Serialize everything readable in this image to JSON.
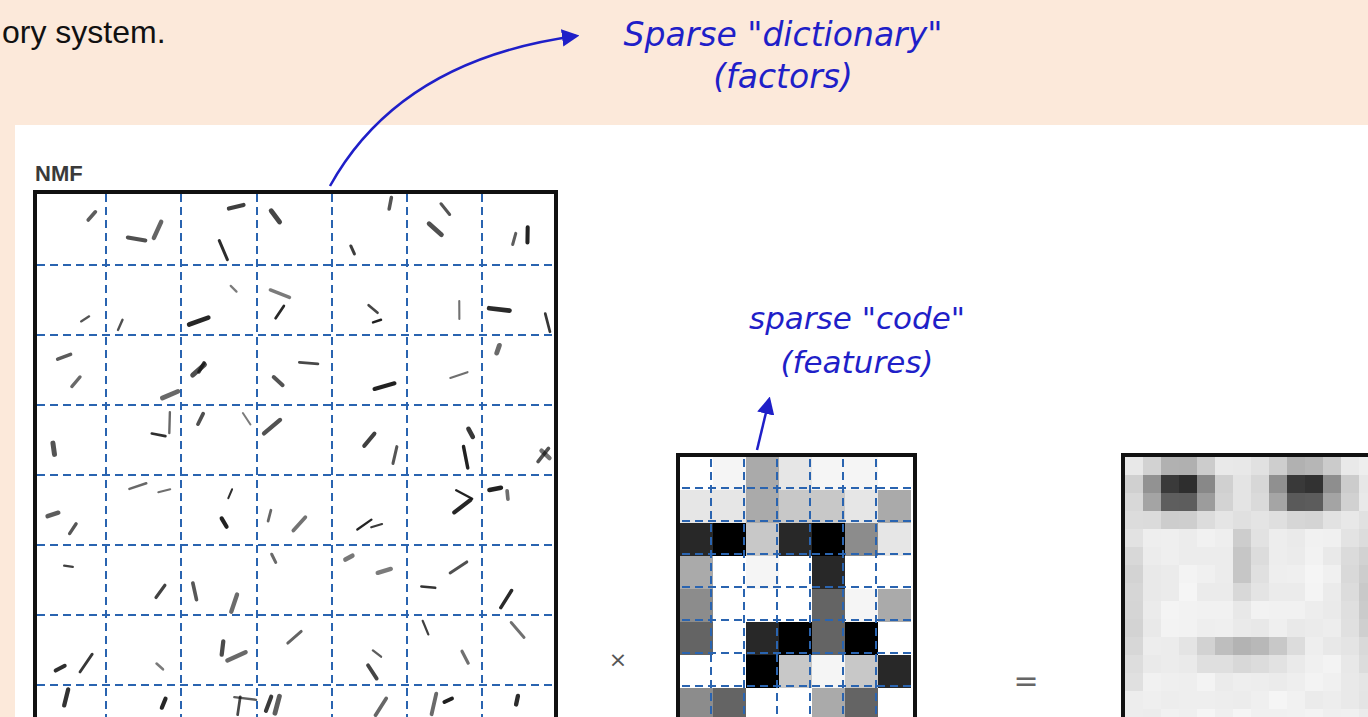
{
  "diagram": {
    "nodes": [
      {
        "text": [
          "NMF"
        ]
      }
    ],
    "labels": [
      "ory system.",
      "Sparse \"dictionary\" (factors)",
      "sparse \"code\" (features)",
      "×",
      "="
    ]
  }
}
